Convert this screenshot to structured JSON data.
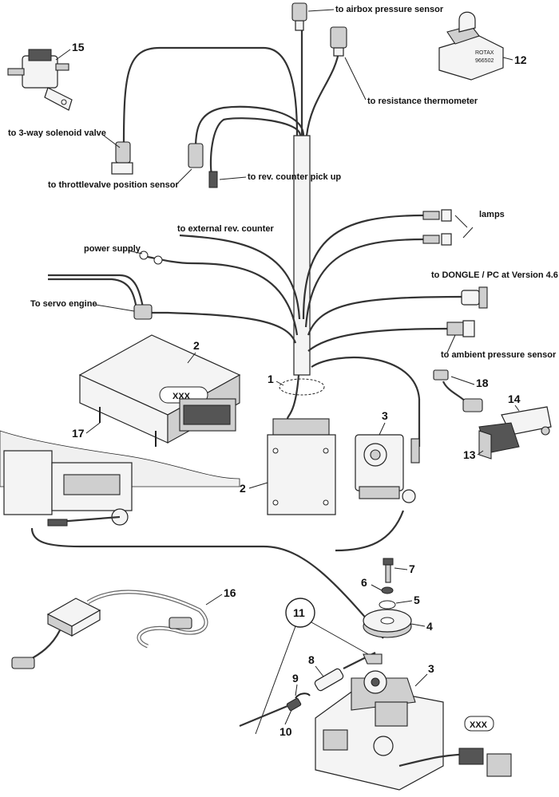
{
  "labels": {
    "airbox": "to airbox pressure sensor",
    "resistance": "to resistance thermometer",
    "solenoid": "to 3-way solenoid valve",
    "throttle": "to throttlevalve position sensor",
    "revcounter_pickup": "to rev. counter pick up",
    "external_rev": "to external rev. counter",
    "lamps": "lamps",
    "power_supply": "power supply",
    "dongle": "to DONGLE /  PC at  Version 4.6",
    "servo": "To servo engine",
    "ambient": "to ambient  pressure sensor"
  },
  "part_numbers": [
    "1",
    "2",
    "2",
    "3",
    "3",
    "4",
    "5",
    "6",
    "7",
    "8",
    "9",
    "10",
    "11",
    "12",
    "13",
    "14",
    "15",
    "16",
    "17",
    "18"
  ],
  "markings": {
    "ecu_label": "XXX",
    "servo_label": "XXX",
    "sensor_brand": "ROTAX",
    "sensor_code": "966502"
  }
}
